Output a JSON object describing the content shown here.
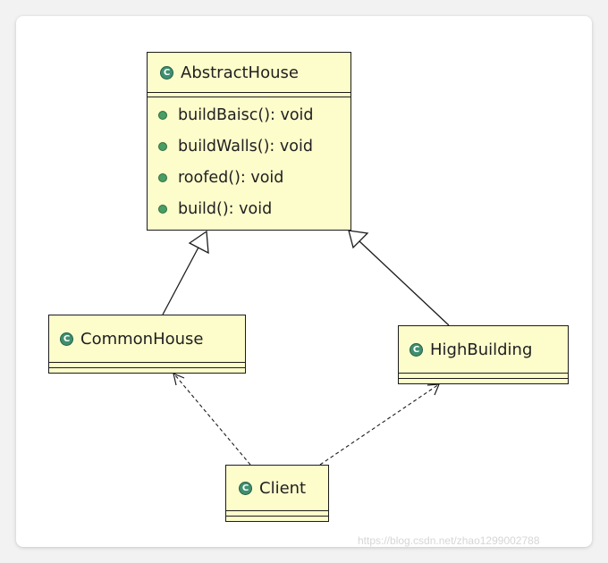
{
  "classes": {
    "abstract_house": {
      "name": "AbstractHouse",
      "operations": [
        "buildBaisc(): void",
        "buildWalls(): void",
        "roofed(): void",
        "build(): void"
      ]
    },
    "common_house": {
      "name": "CommonHouse"
    },
    "high_building": {
      "name": "HighBuilding"
    },
    "client": {
      "name": "Client"
    }
  },
  "icons": {
    "class_icon": "class-c-icon",
    "class_icon_letter": "C",
    "operation_icon": "public-method-icon"
  },
  "colors": {
    "class_fill": "#fdfccb",
    "class_icon": "#3f8f6f",
    "method_icon": "#4a9d63",
    "line": "#1c1c1c"
  },
  "relationships": [
    {
      "from": "CommonHouse",
      "to": "AbstractHouse",
      "type": "generalization"
    },
    {
      "from": "HighBuilding",
      "to": "AbstractHouse",
      "type": "generalization"
    },
    {
      "from": "Client",
      "to": "CommonHouse",
      "type": "dependency"
    },
    {
      "from": "Client",
      "to": "HighBuilding",
      "type": "dependency"
    }
  ],
  "watermark": "https://blog.csdn.net/zhao1299002788"
}
